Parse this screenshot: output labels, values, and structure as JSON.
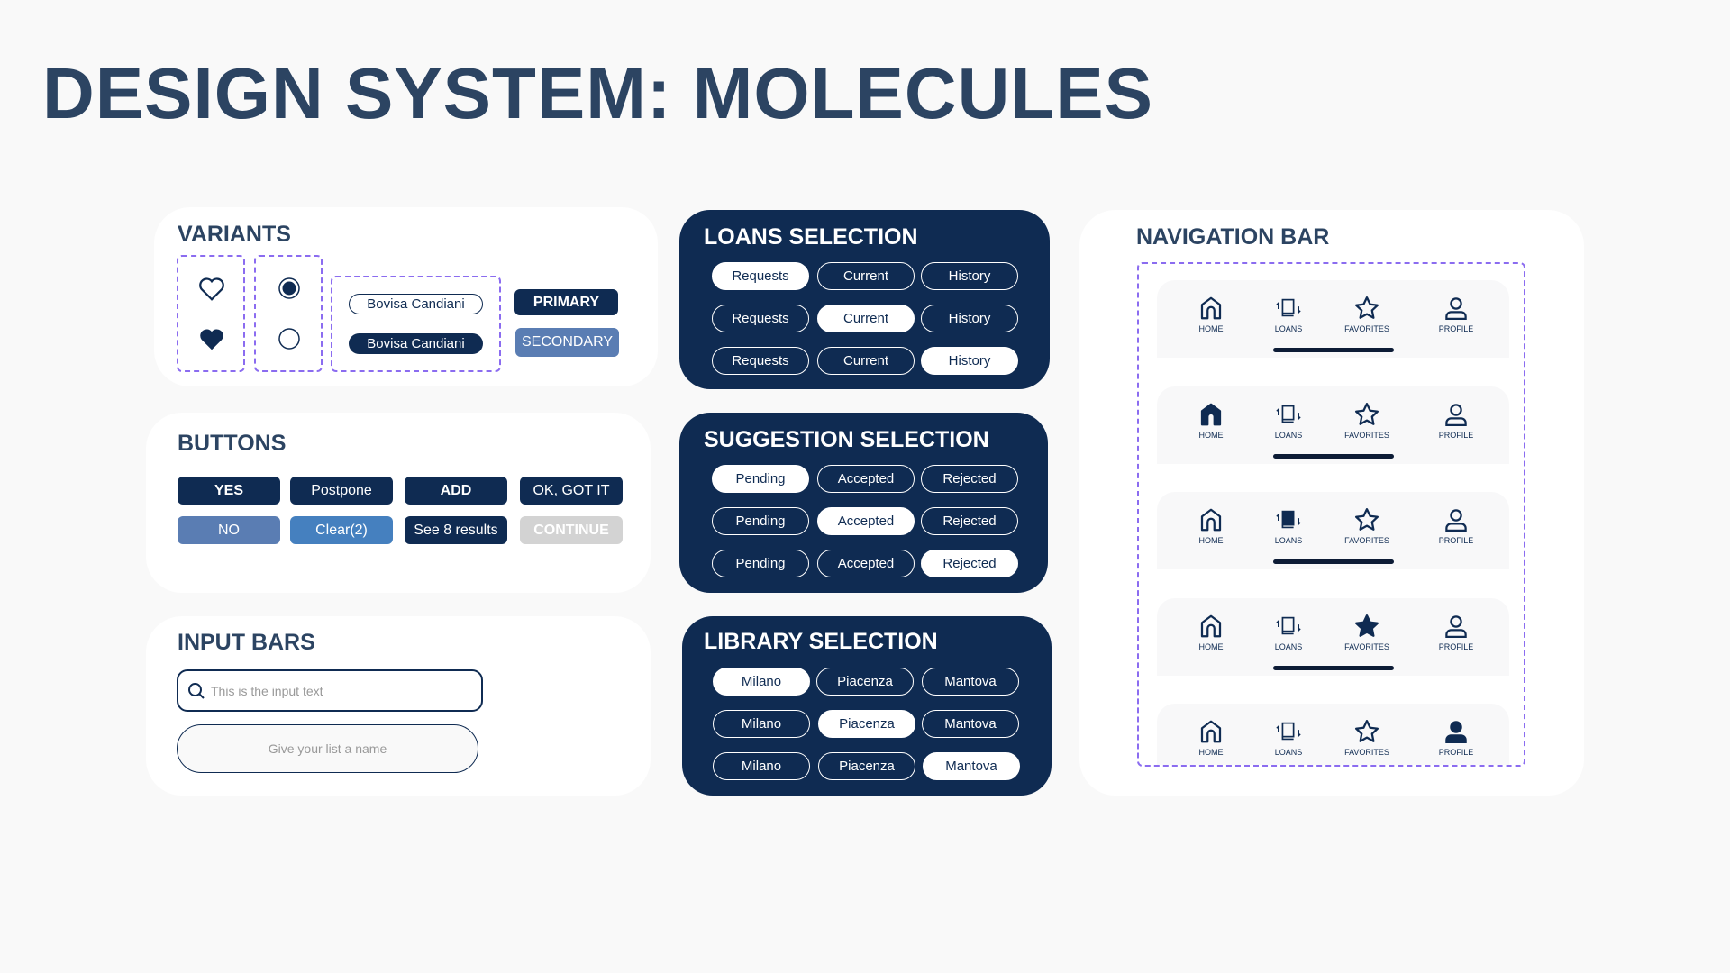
{
  "title": "DESIGN SYSTEM: MOLECULES",
  "variants": {
    "heading": "VARIANTS",
    "chip_outline": "Bovisa Candiani",
    "chip_filled": "Bovisa Candiani",
    "primary": "PRIMARY",
    "secondary": "SECONDARY"
  },
  "buttons": {
    "heading": "BUTTONS",
    "items": [
      "YES",
      "Postpone",
      "ADD",
      "OK, GOT IT",
      "NO",
      "Clear(2)",
      "See 8 results",
      "CONTINUE"
    ]
  },
  "inputs": {
    "heading": "INPUT BARS",
    "search_placeholder": "This is the input text",
    "name_placeholder": "Give your list a name"
  },
  "loans": {
    "heading": "LOANS SELECTION",
    "options": [
      "Requests",
      "Current",
      "History"
    ]
  },
  "suggestion": {
    "heading": "SUGGESTION SELECTION",
    "options": [
      "Pending",
      "Accepted",
      "Rejected"
    ]
  },
  "library": {
    "heading": "LIBRARY SELECTION",
    "options": [
      "Milano",
      "Piacenza",
      "Mantova"
    ]
  },
  "nav": {
    "heading": "NAVIGATION BAR",
    "items": [
      "HOME",
      "LOANS",
      "FAVORITES",
      "PROFILE"
    ]
  },
  "colors": {
    "navy": "#0f2b52",
    "secondary": "#5a7db3",
    "clear": "#4580bf",
    "disabled": "#d3d3d3",
    "dash": "#8b6cf0"
  }
}
